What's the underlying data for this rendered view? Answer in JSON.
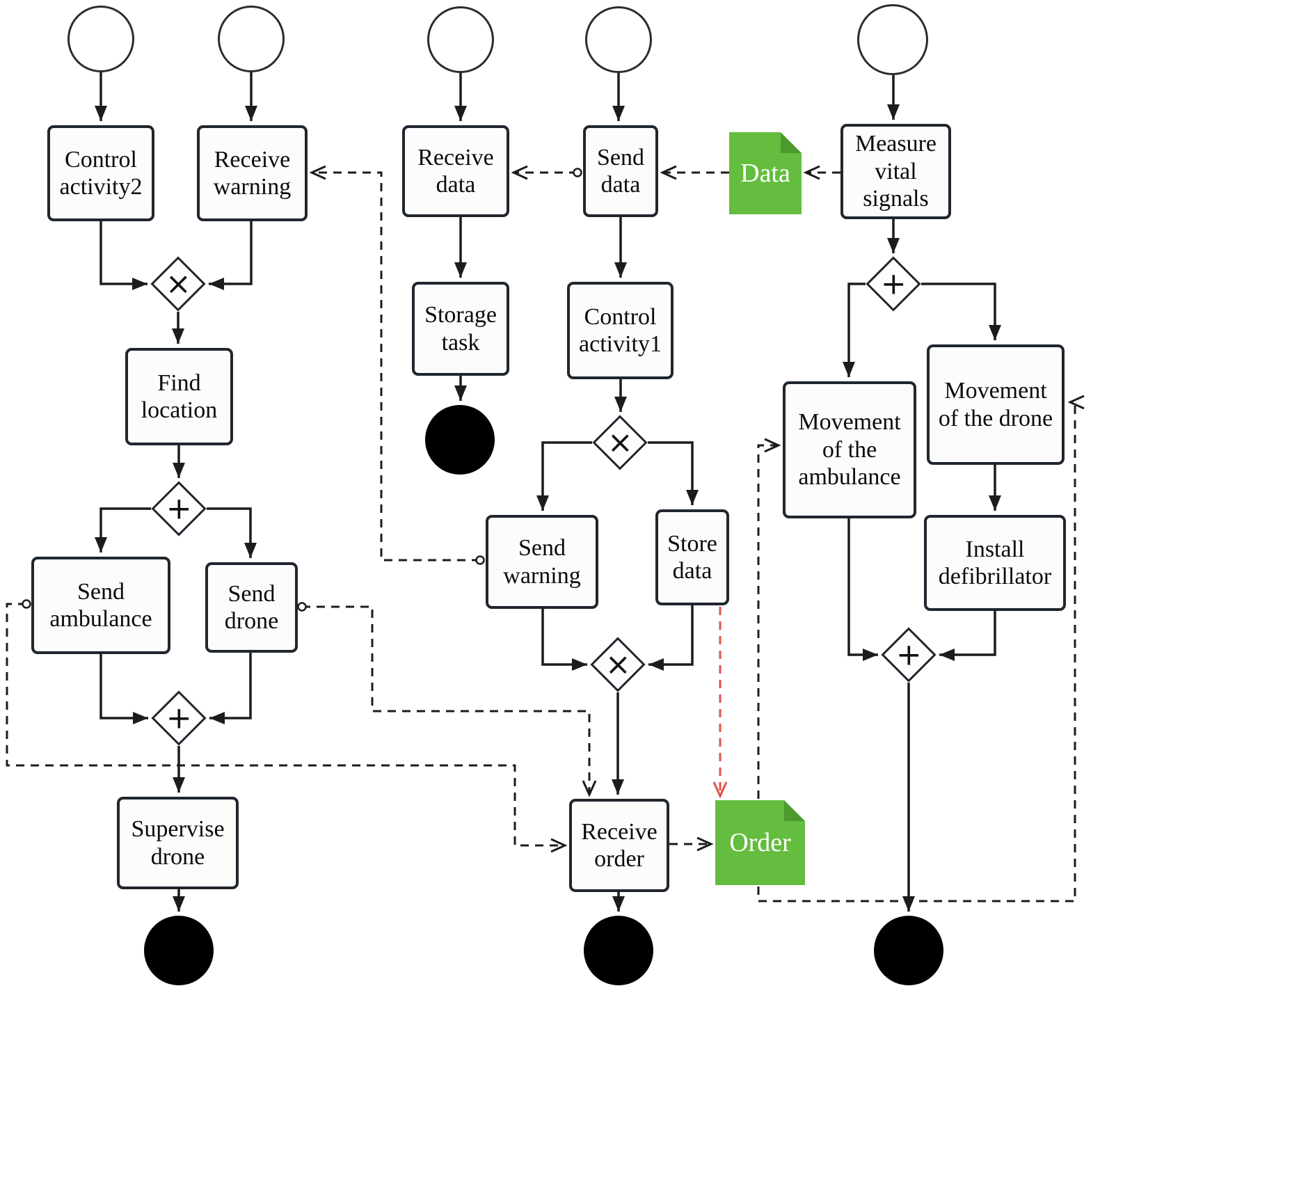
{
  "figure": {
    "kind": "BPMN process diagram"
  },
  "tasks": {
    "control_activity2": "Control activity2",
    "receive_warning": "Receive warning",
    "receive_data": "Receive data",
    "send_data": "Send data",
    "measure_vital_signals": "Measure vital signals",
    "storage_task": "Storage task",
    "control_activity1": "Control activity1",
    "find_location": "Find location",
    "movement_of_the_drone": "Movement of the drone",
    "movement_of_the_ambulance": "Movement of the ambulance",
    "send_warning": "Send warning",
    "store_data": "Store data",
    "install_defibrillator": "Install defibrillator",
    "send_ambulance": "Send ambulance",
    "send_drone": "Send drone",
    "supervise_drone": "Supervise drone",
    "receive_order": "Receive order"
  },
  "data_objects": {
    "data": "Data",
    "order": "Order"
  },
  "gateways": {
    "exclusive_symbol": "×",
    "parallel_symbol": "+"
  },
  "colors": {
    "data_object_fill": "#64bd3e",
    "data_object_fold": "#4c9a2e",
    "flow": "#1c1c1c",
    "message_flow_alert": "#e0514c",
    "end_event_fill": "#000000"
  }
}
